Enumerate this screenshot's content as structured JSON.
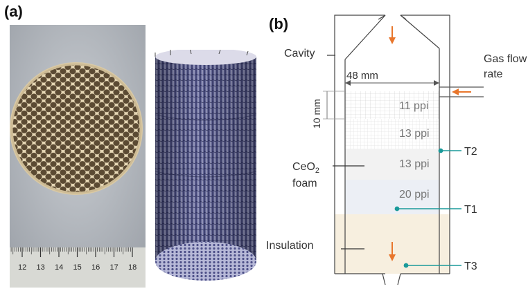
{
  "panels": {
    "a": "(a)",
    "b": "(b)"
  },
  "ruler_ticks": [
    "12",
    "13",
    "14",
    "15",
    "16",
    "17",
    "18"
  ],
  "reactor": {
    "labels": {
      "cavity": "Cavity",
      "gas_flow_line1": "Gas flow",
      "gas_flow_line2": "rate",
      "width_dim": "48 mm",
      "height_dim": "10 mm",
      "ceo2_prefix": "CeO",
      "ceo2_sub": "2",
      "foam": "foam",
      "insulation": "Insulation"
    },
    "layers": [
      "11 ppi",
      "13 ppi",
      "13 ppi",
      "20 ppi"
    ],
    "thermocouples": [
      "T2",
      "T1",
      "T3"
    ]
  },
  "colors": {
    "accent_arrow": "#e8762c",
    "thermocouple": "#1a9a9a",
    "insulation": "#f7efdf",
    "ceramic": "#e9dcc0",
    "foam_render": "#3a3d78"
  }
}
